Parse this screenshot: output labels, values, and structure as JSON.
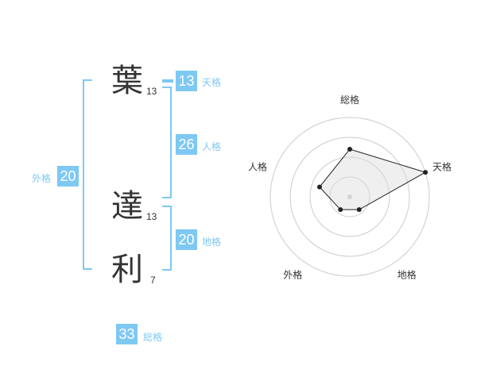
{
  "characters": [
    {
      "char": "葉",
      "strokes": "13"
    },
    {
      "char": "達",
      "strokes": "13"
    },
    {
      "char": "利",
      "strokes": "7"
    }
  ],
  "fortune": {
    "tenkaku": {
      "value": "13",
      "label": "天格"
    },
    "jinkaku": {
      "value": "26",
      "label": "人格"
    },
    "chikaku": {
      "value": "20",
      "label": "地格"
    },
    "gaikaku": {
      "value": "20",
      "label": "外格"
    },
    "soukaku": {
      "value": "33",
      "label": "総格"
    }
  },
  "colors": {
    "accent": "#7ec8f4",
    "text": "#333333",
    "grid": "#cccccc"
  },
  "chart_data": {
    "type": "radar",
    "axes": [
      "総格",
      "天格",
      "地格",
      "外格",
      "人格"
    ],
    "series": [
      {
        "values": [
          3,
          5,
          1,
          1,
          2
        ]
      }
    ],
    "range": [
      0,
      5
    ],
    "rings": 4
  }
}
